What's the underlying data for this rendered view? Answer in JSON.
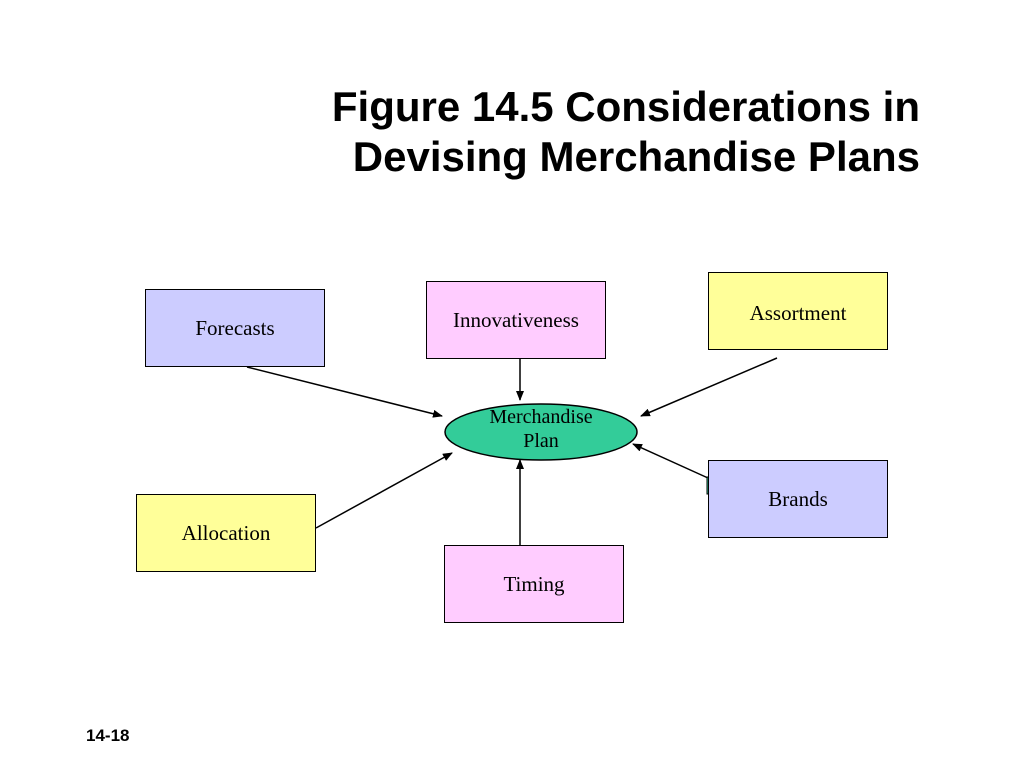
{
  "title": {
    "line1": "Figure 14.5 Considerations in",
    "line2": "Devising Merchandise Plans"
  },
  "center": {
    "line1": "Merchandise",
    "line2": "Plan",
    "color": "#33cc99"
  },
  "boxes": {
    "forecasts": "Forecasts",
    "innovativeness": "Innovativeness",
    "assortment": "Assortment",
    "allocation": "Allocation",
    "timing": "Timing",
    "brands": "Brands"
  },
  "colors": {
    "blue": "#ccccff",
    "pink": "#ffccff",
    "yellow": "#ffff99"
  },
  "slide_number": "14-18"
}
